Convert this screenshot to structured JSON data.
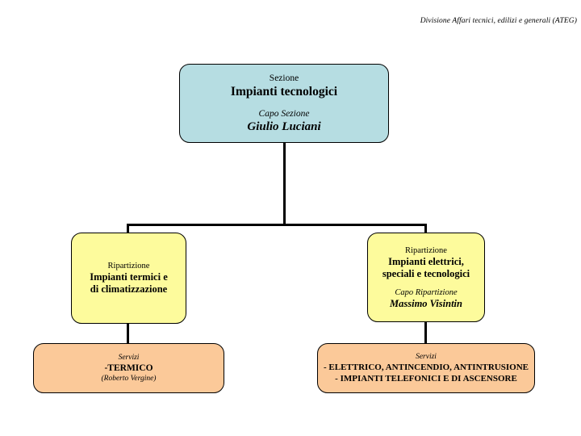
{
  "header": {
    "caption": "Divisione Affari tecnici, edilizi e generali (ATEG)"
  },
  "colors": {
    "sezione_fill": "#b6dde2",
    "ripartizione_fill": "#fdfb9c",
    "servizi_fill": "#fbc999",
    "border": "#000000",
    "connector": "#000000",
    "background": "#ffffff",
    "text": "#000000"
  },
  "chart_data": {
    "type": "diagram",
    "diagram_kind": "organizational-chart",
    "orientation": "top-down",
    "nodes": [
      {
        "id": "sezione",
        "level": 1,
        "role_label": "Sezione",
        "unit_name": "Impianti tecnologici",
        "manager_role": "Capo Sezione",
        "manager_name": "Giulio Luciani",
        "fill": "#b6dde2"
      },
      {
        "id": "ripartizione-termici",
        "level": 2,
        "role_label": "Ripartizione",
        "unit_name_line1": "Impianti termici e",
        "unit_name_line2": "di climatizzazione",
        "fill": "#fdfb9c"
      },
      {
        "id": "ripartizione-elettrici",
        "level": 2,
        "role_label": "Ripartizione",
        "unit_name_line1": "Impianti elettrici,",
        "unit_name_line2": "speciali e tecnologici",
        "manager_role": "Capo Ripartizione",
        "manager_name": "Massimo Visintin",
        "fill": "#fdfb9c"
      },
      {
        "id": "servizi-termico",
        "level": 3,
        "role_label": "Servizi",
        "service_line1": "-TERMICO",
        "service_note": "(Roberto Vergine)",
        "fill": "#fbc999"
      },
      {
        "id": "servizi-elettrico",
        "level": 3,
        "role_label": "Servizi",
        "service_line1": "- ELETTRICO, ANTINCENDIO, ANTINTRUSIONE",
        "service_line2": "- IMPIANTI TELEFONICI E DI ASCENSORE",
        "fill": "#fbc999"
      }
    ],
    "edges": [
      {
        "from": "sezione",
        "to": "ripartizione-termici"
      },
      {
        "from": "sezione",
        "to": "ripartizione-elettrici"
      },
      {
        "from": "ripartizione-termici",
        "to": "servizi-termico"
      },
      {
        "from": "ripartizione-elettrici",
        "to": "servizi-elettrico"
      }
    ]
  }
}
